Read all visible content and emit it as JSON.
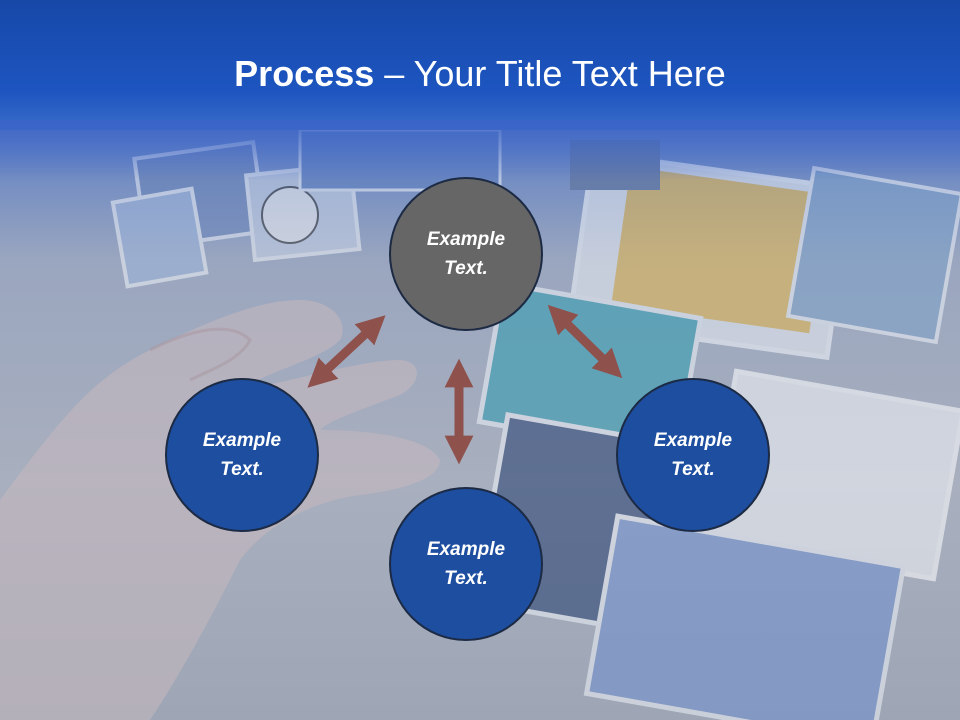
{
  "title": {
    "bold": "Process",
    "dash": " – ",
    "rest": "Your Title Text Here"
  },
  "nodes": {
    "top": "Example Text.",
    "left": "Example Text.",
    "right": "Example Text.",
    "bottom": "Example Text."
  },
  "colors": {
    "header": "#1d55c0",
    "node_blue": "#1d4ea0",
    "node_gray": "#666666",
    "arrow": "#8e514c"
  }
}
